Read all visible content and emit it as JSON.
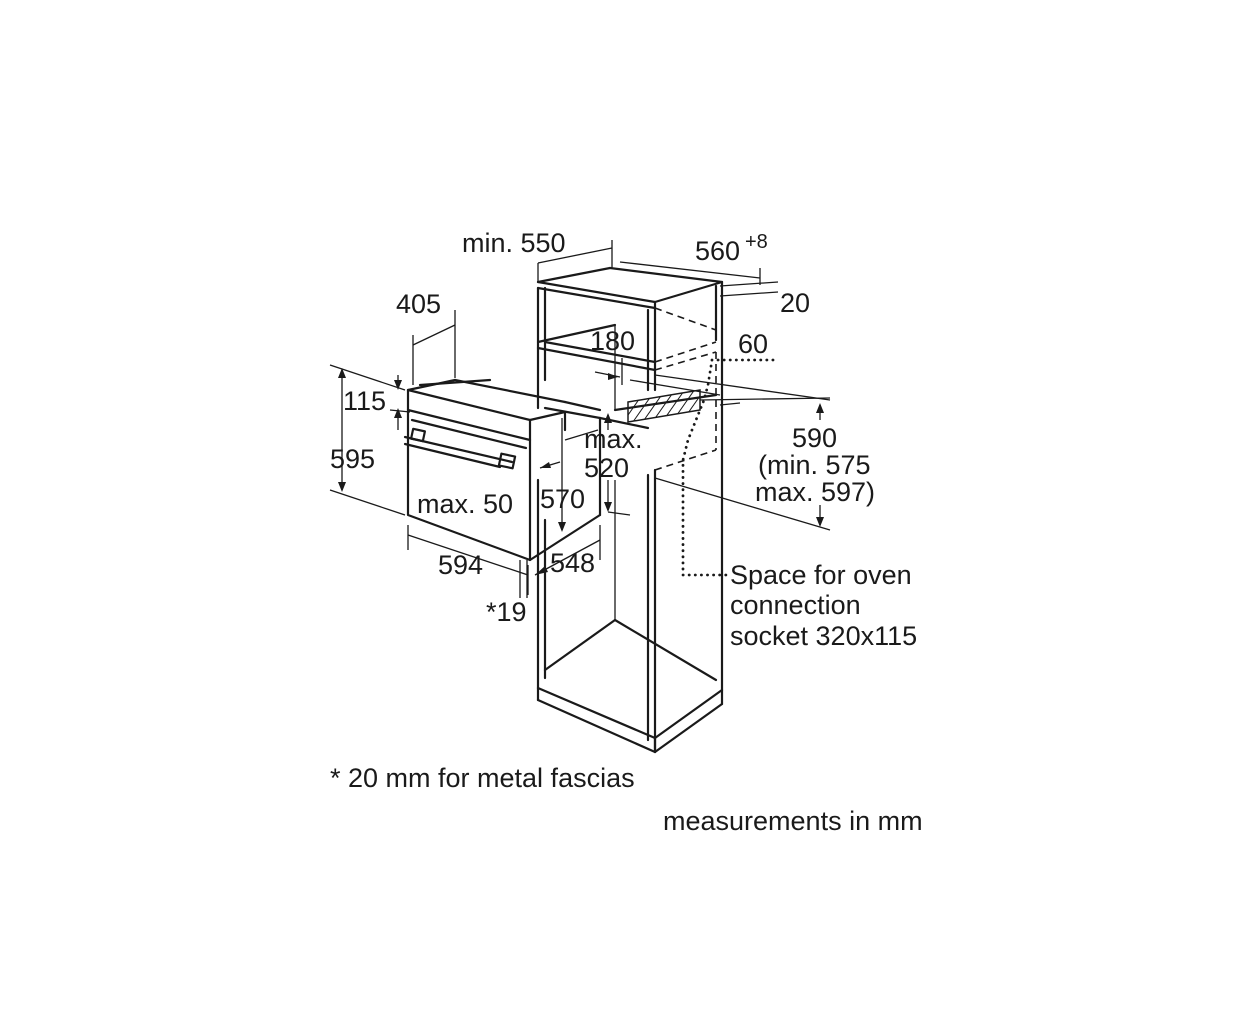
{
  "dimensions": {
    "min_550": "min. 550",
    "d560": "560",
    "d560_tol": "+8",
    "d20": "20",
    "d405": "405",
    "d180": "180",
    "d60": "60",
    "d115": "115",
    "d595": "595",
    "max_label": "max.",
    "d520": "520",
    "d590": "590",
    "min_575": "(min. 575",
    "max_597": "max. 597)",
    "max_50": "max. 50",
    "d570": "570",
    "d594": "594",
    "d548": "548",
    "star_19": "*19"
  },
  "notes": {
    "socket_line1": "Space for oven",
    "socket_line2": "connection",
    "socket_line3": "socket 320x115",
    "footnote": "* 20 mm for metal fascias",
    "units": "measurements in mm"
  }
}
